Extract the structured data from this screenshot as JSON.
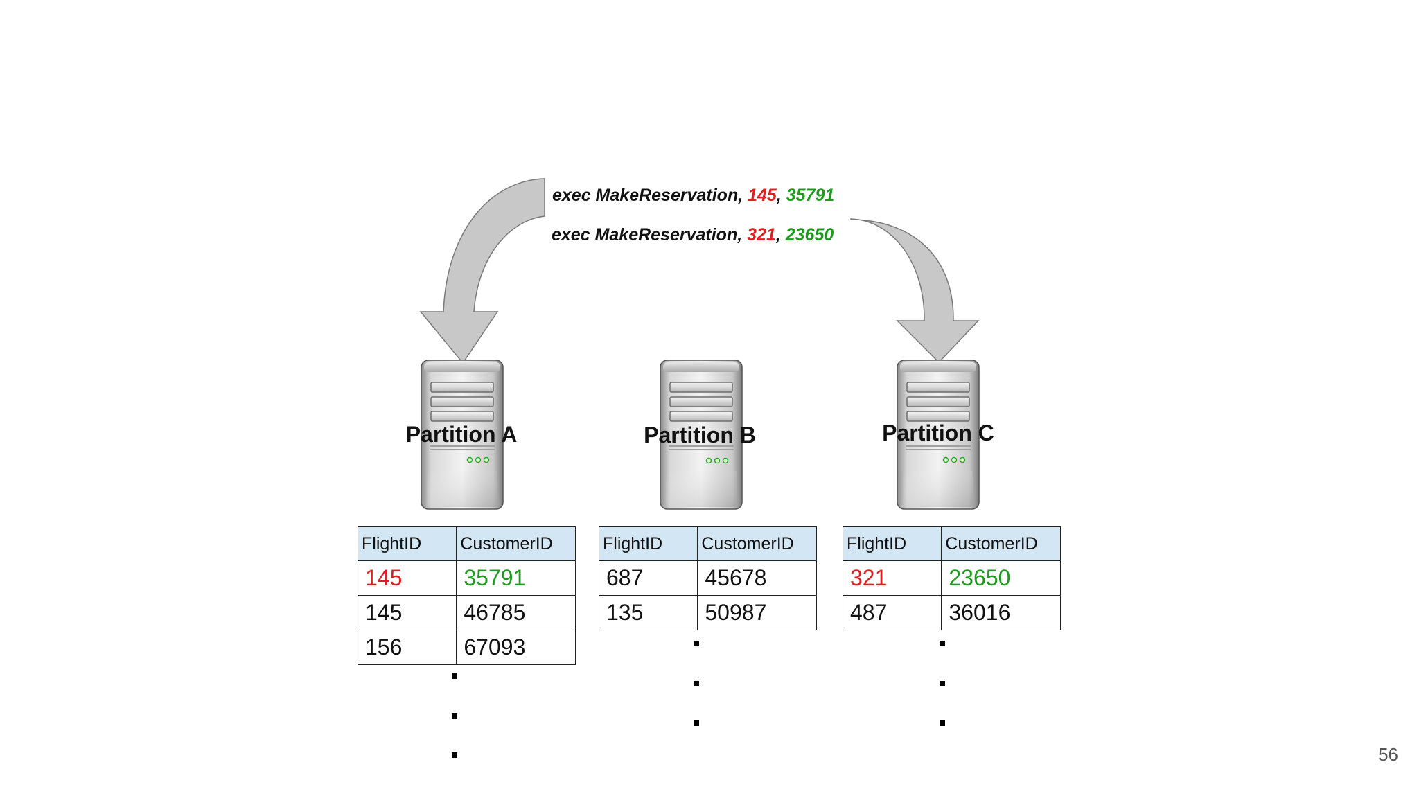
{
  "commands": [
    {
      "prefix": "exec MakeReservation, ",
      "flight": "145",
      "sep": ", ",
      "customer": "35791"
    },
    {
      "prefix": "exec MakeReservation, ",
      "flight": "321",
      "sep": ", ",
      "customer": "23650"
    }
  ],
  "partitions": [
    {
      "label": "Partition A",
      "headers": [
        "FlightID",
        "CustomerID"
      ],
      "rows": [
        [
          "145",
          "35791"
        ],
        [
          "145",
          "46785"
        ],
        [
          "156",
          "67093"
        ]
      ]
    },
    {
      "label": "Partition B",
      "headers": [
        "FlightID",
        "CustomerID"
      ],
      "rows": [
        [
          "687",
          "45678"
        ],
        [
          "135",
          "50987"
        ]
      ]
    },
    {
      "label": "Partition C",
      "headers": [
        "FlightID",
        "CustomerID"
      ],
      "rows": [
        [
          "321",
          "23650"
        ],
        [
          "487",
          "36016"
        ]
      ]
    }
  ],
  "colors": {
    "flight_highlight": "#e02020",
    "customer_highlight": "#1e9a1e",
    "table_header": "#d3e6f4",
    "arrow": "#c8c8c8"
  },
  "page_number": "56"
}
